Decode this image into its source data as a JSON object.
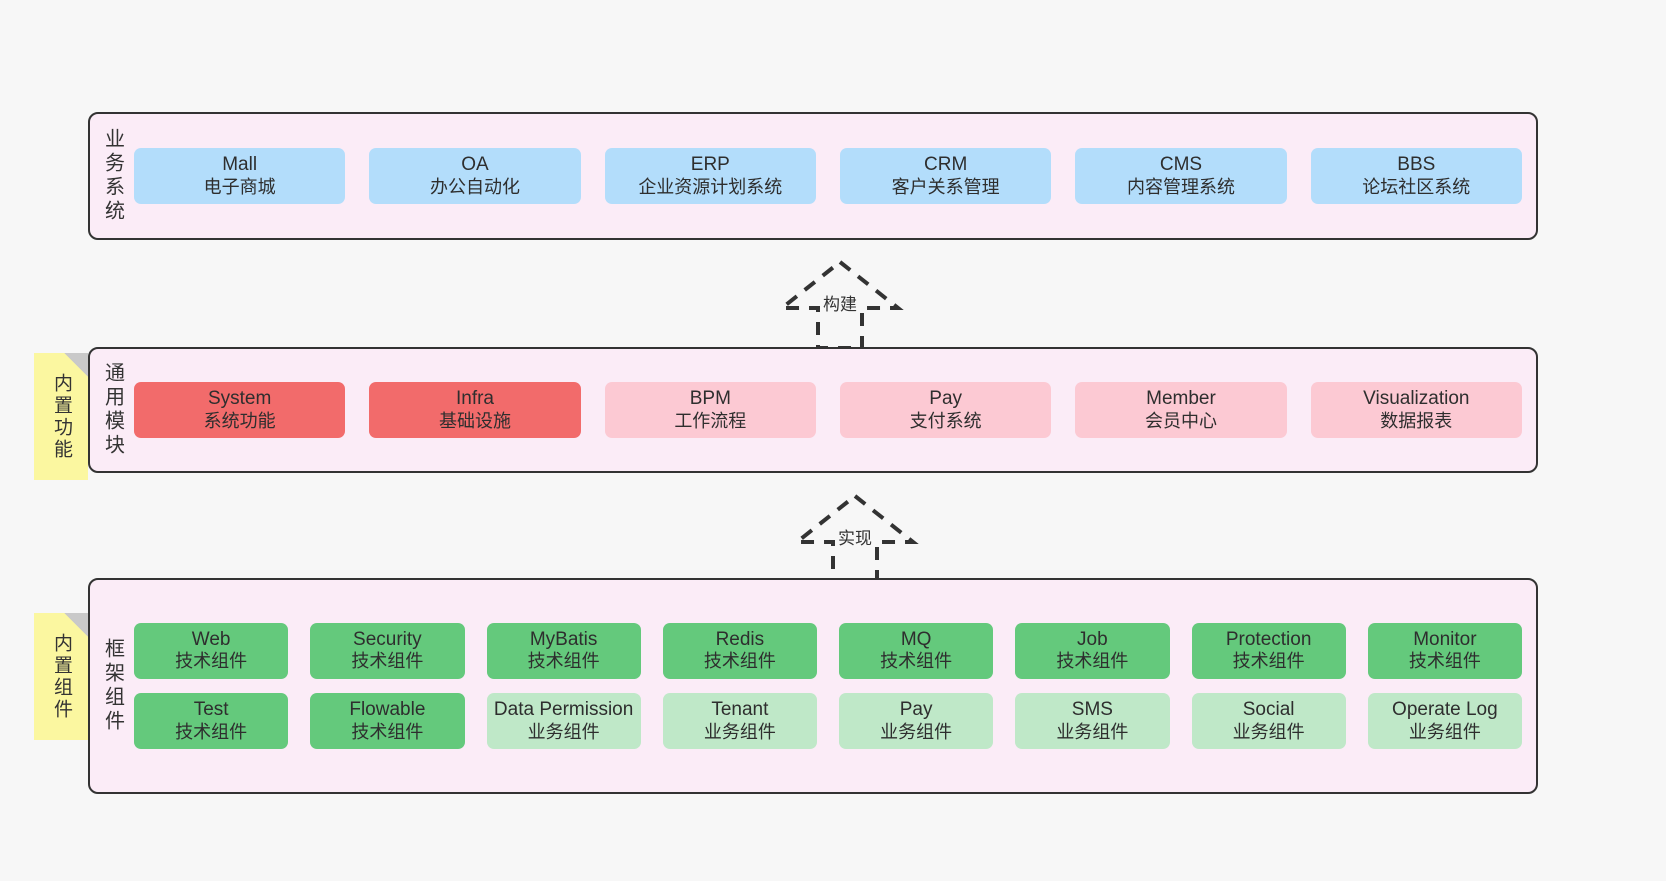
{
  "diagram": {
    "background_color": "#f7f7f7",
    "layer_bg_color": "#fbecf7",
    "sticky_color": "#fbf7a0"
  },
  "layers": [
    {
      "id": "business-systems",
      "title": "业务系统",
      "cards": [
        {
          "en": "Mall",
          "cn": "电子商城",
          "color": "#b3ddfb"
        },
        {
          "en": "OA",
          "cn": "办公自动化",
          "color": "#b3ddfb"
        },
        {
          "en": "ERP",
          "cn": "企业资源计划系统",
          "color": "#b3ddfb"
        },
        {
          "en": "CRM",
          "cn": "客户关系管理",
          "color": "#b3ddfb"
        },
        {
          "en": "CMS",
          "cn": "内容管理系统",
          "color": "#b3ddfb"
        },
        {
          "en": "BBS",
          "cn": "论坛社区系统",
          "color": "#b3ddfb"
        }
      ]
    },
    {
      "id": "common-modules",
      "title": "通用模块",
      "sticky": "内置功能",
      "cards": [
        {
          "en": "System",
          "cn": "系统功能",
          "color": "#f26b6b"
        },
        {
          "en": "Infra",
          "cn": "基础设施",
          "color": "#f26b6b"
        },
        {
          "en": "BPM",
          "cn": "工作流程",
          "color": "#fcc9d3"
        },
        {
          "en": "Pay",
          "cn": "支付系统",
          "color": "#fcc9d3"
        },
        {
          "en": "Member",
          "cn": "会员中心",
          "color": "#fcc9d3"
        },
        {
          "en": "Visualization",
          "cn": "数据报表",
          "color": "#fcc9d3"
        }
      ]
    },
    {
      "id": "framework-components",
      "title": "框架组件",
      "sticky": "内置组件",
      "row1": [
        {
          "en": "Web",
          "cn": "技术组件",
          "color": "#64c97c"
        },
        {
          "en": "Security",
          "cn": "技术组件",
          "color": "#64c97c"
        },
        {
          "en": "MyBatis",
          "cn": "技术组件",
          "color": "#64c97c"
        },
        {
          "en": "Redis",
          "cn": "技术组件",
          "color": "#64c97c"
        },
        {
          "en": "MQ",
          "cn": "技术组件",
          "color": "#64c97c"
        },
        {
          "en": "Job",
          "cn": "技术组件",
          "color": "#64c97c"
        },
        {
          "en": "Protection",
          "cn": "技术组件",
          "color": "#64c97c"
        },
        {
          "en": "Monitor",
          "cn": "技术组件",
          "color": "#64c97c"
        }
      ],
      "row2": [
        {
          "en": "Test",
          "cn": "技术组件",
          "color": "#64c97c"
        },
        {
          "en": "Flowable",
          "cn": "技术组件",
          "color": "#64c97c"
        },
        {
          "en": "Data Permission",
          "cn": "业务组件",
          "color": "#bfe8c8"
        },
        {
          "en": "Tenant",
          "cn": "业务组件",
          "color": "#bfe8c8"
        },
        {
          "en": "Pay",
          "cn": "业务组件",
          "color": "#bfe8c8"
        },
        {
          "en": "SMS",
          "cn": "业务组件",
          "color": "#bfe8c8"
        },
        {
          "en": "Social",
          "cn": "业务组件",
          "color": "#bfe8c8"
        },
        {
          "en": "Operate Log",
          "cn": "业务组件",
          "color": "#bfe8c8"
        }
      ]
    }
  ],
  "connectors": [
    {
      "id": "build",
      "label": "构建",
      "style": "dashed-generalization"
    },
    {
      "id": "implement",
      "label": "实现",
      "style": "dashed-generalization"
    }
  ]
}
